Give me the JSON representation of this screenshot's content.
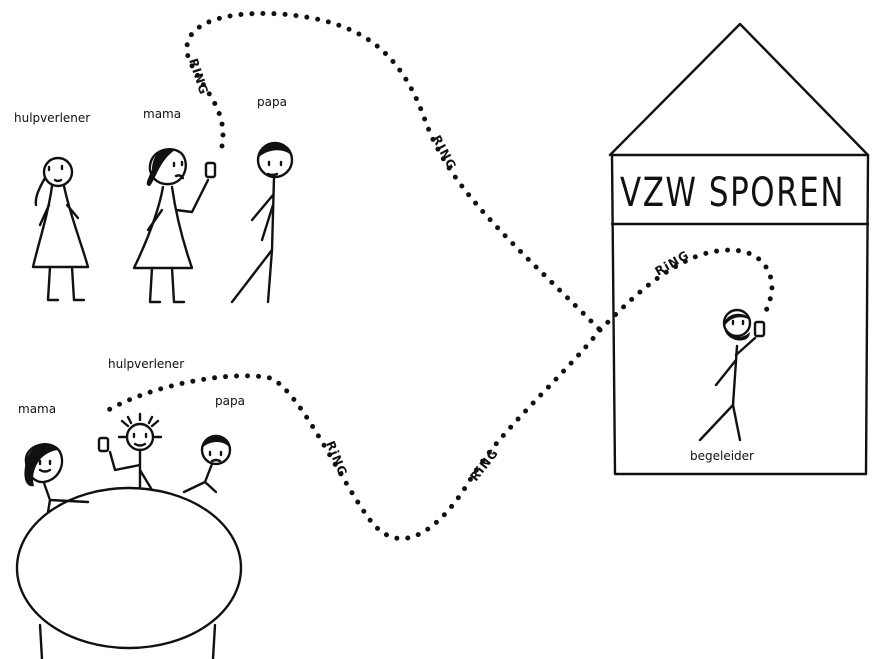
{
  "labels": {
    "top_caregiver": "hulpverlener",
    "top_mom": "mama",
    "top_dad": "papa",
    "bottom_caregiver": "hulpverlener",
    "bottom_mom": "mama",
    "bottom_dad": "papa",
    "companion": "begeleider"
  },
  "sign": "VZW SPOREN",
  "ring": [
    "RING",
    "RING",
    "RiNG",
    "RiNG",
    "RiNG"
  ]
}
